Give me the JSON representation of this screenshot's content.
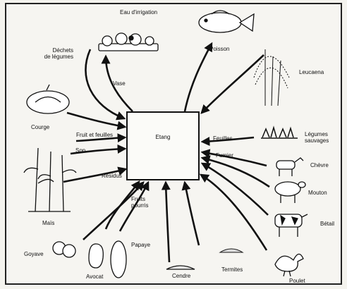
{
  "diagram": {
    "center": "Etang",
    "labels": {
      "irrigation": "Eau d'irrigation",
      "waste": "Déchets\nde légumes",
      "vase": "Vase",
      "fish": "Poisson",
      "leucaena": "Leucaena",
      "squash": "Courge",
      "fruit_leaves": "Fruit et feuilles",
      "leaves": "Feuilles",
      "wild_veg": "Légumes\nsauvages",
      "bran": "Son",
      "manure": "Fumier",
      "goat": "Chèvre",
      "residues": "Résidus",
      "rotten_fruit": "Fruits\npourris",
      "sheep": "Mouton",
      "maize": "Maïs",
      "cattle": "Bétail",
      "papaya": "Papaye",
      "guava": "Goyave",
      "avocado": "Avocat",
      "ash": "Cendre",
      "termites": "Termites",
      "chicken": "Poulet"
    }
  }
}
